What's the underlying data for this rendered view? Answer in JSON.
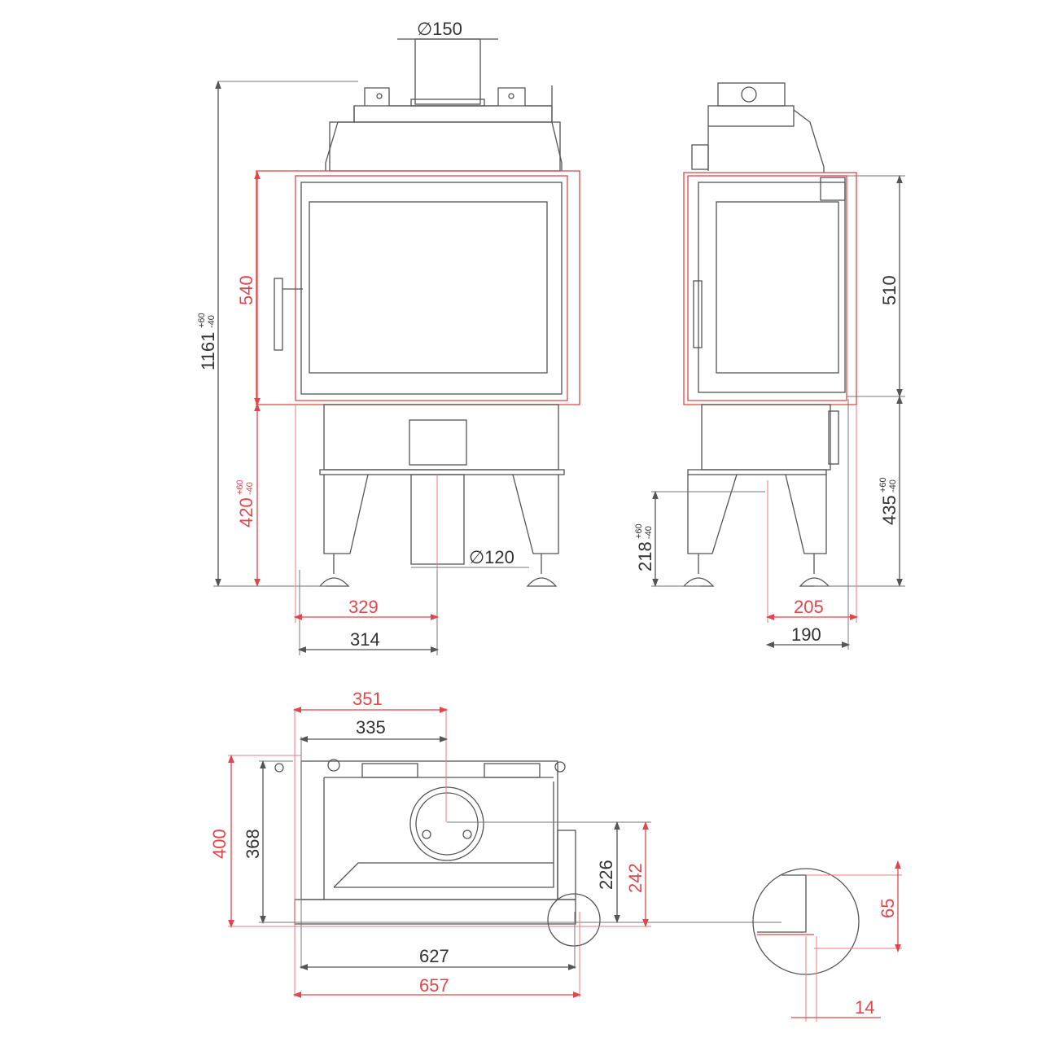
{
  "colors": {
    "dimension_primary": "#333333",
    "dimension_secondary": "#e0474c"
  },
  "front_view": {
    "flue_diameter": "∅150",
    "total_height": "1161",
    "total_height_tol_plus": "+60",
    "total_height_tol_minus": "-40",
    "body_height": "540",
    "base_height": "420",
    "base_height_tol_plus": "+60",
    "base_height_tol_minus": "-40",
    "air_inlet_diameter": "∅120",
    "width_outer": "329",
    "width_inner": "314"
  },
  "side_view": {
    "body_height": "510",
    "base_height": "435",
    "base_height_tol_plus": "+60",
    "base_height_tol_minus": "-40",
    "inlet_height": "218",
    "inlet_height_tol_plus": "+60",
    "inlet_height_tol_minus": "-40",
    "depth_outer": "205",
    "depth_inner": "190"
  },
  "top_view": {
    "offset_outer": "351",
    "offset_inner": "335",
    "depth_outer": "400",
    "depth_inner": "368",
    "flue_offset_inner": "226",
    "flue_offset_outer": "242",
    "width_inner": "627",
    "width_outer": "657"
  },
  "detail_view": {
    "height": "65",
    "width": "14"
  }
}
